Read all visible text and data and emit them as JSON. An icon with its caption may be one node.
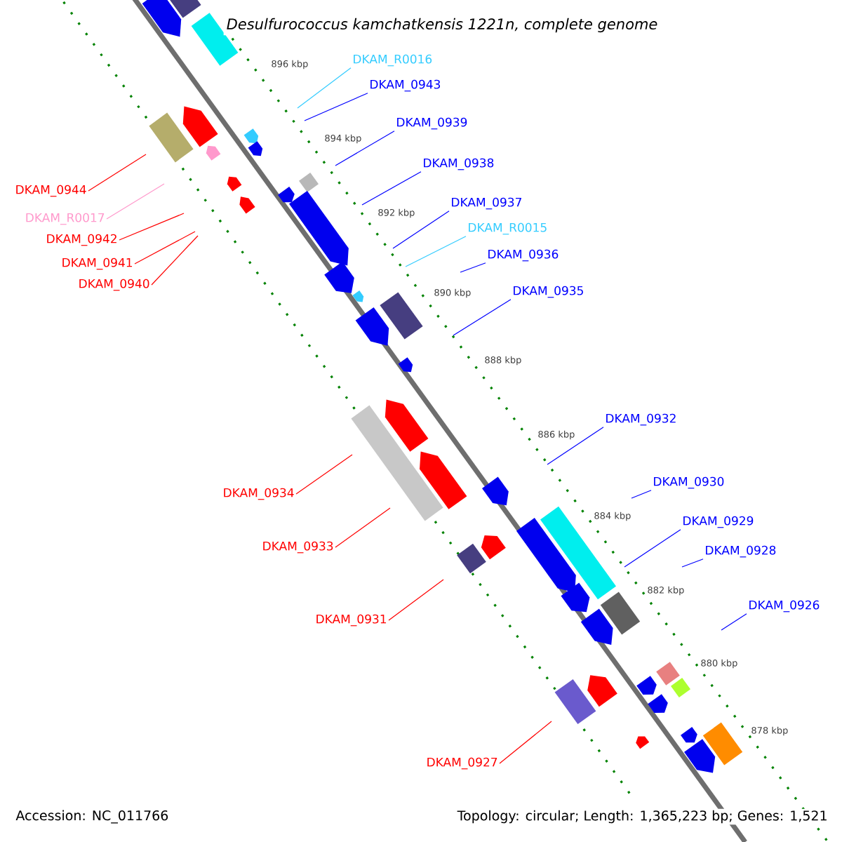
{
  "diagram": {
    "title": "Desulfurococcus kamchatkensis 1221n, complete genome",
    "nodes": [
      {
        "text": [
          "DKAM_R0016"
        ]
      },
      {
        "text": [
          "DKAM_0943"
        ]
      },
      {
        "text": [
          "DKAM_0939"
        ]
      },
      {
        "text": [
          "DKAM_0938"
        ]
      },
      {
        "text": [
          "DKAM_0937"
        ]
      },
      {
        "text": [
          "DKAM_R0015"
        ]
      },
      {
        "text": [
          "DKAM_0936"
        ]
      },
      {
        "text": [
          "DKAM_0935"
        ]
      },
      {
        "text": [
          "DKAM_0944"
        ]
      },
      {
        "text": [
          "DKAM_R0017"
        ]
      },
      {
        "text": [
          "DKAM_0942"
        ]
      },
      {
        "text": [
          "DKAM_0941"
        ]
      },
      {
        "text": [
          "DKAM_0940"
        ]
      },
      {
        "text": [
          "DKAM_0932"
        ]
      },
      {
        "text": [
          "DKAM_0934"
        ]
      },
      {
        "text": [
          "DKAM_0930"
        ]
      },
      {
        "text": [
          "DKAM_0929"
        ]
      },
      {
        "text": [
          "DKAM_0933"
        ]
      },
      {
        "text": [
          "DKAM_0928"
        ]
      },
      {
        "text": [
          "DKAM_0931"
        ]
      },
      {
        "text": [
          "DKAM_0926"
        ]
      },
      {
        "text": [
          "DKAM_0927"
        ]
      }
    ],
    "edges": [
      {
        "from": 0,
        "to": null,
        "arrow": "none",
        "color": "#33ccff"
      },
      {
        "from": 1,
        "to": null,
        "arrow": "none"
      },
      {
        "from": 2,
        "to": null,
        "arrow": "none"
      },
      {
        "from": 3,
        "to": null,
        "arrow": "none"
      },
      {
        "from": 4,
        "to": null,
        "arrow": "none"
      },
      {
        "from": 5,
        "to": null,
        "arrow": "none",
        "color": "#33ccff"
      },
      {
        "from": 6,
        "to": null,
        "arrow": "none"
      },
      {
        "from": 7,
        "to": null,
        "arrow": "none"
      },
      {
        "from": 8,
        "to": null,
        "arrow": "none",
        "color": "#ff0000"
      },
      {
        "from": 9,
        "to": null,
        "arrow": "none",
        "color": "#ff99cc"
      },
      {
        "from": 10,
        "to": null,
        "arrow": "none",
        "color": "#ff0000"
      },
      {
        "from": 11,
        "to": null,
        "arrow": "none",
        "color": "#ff0000"
      },
      {
        "from": 12,
        "to": null,
        "arrow": "none",
        "color": "#ff0000"
      },
      {
        "from": 13,
        "to": null,
        "arrow": "none"
      },
      {
        "from": 14,
        "to": null,
        "arrow": "none",
        "color": "#ff0000"
      },
      {
        "from": 15,
        "to": null,
        "arrow": "none"
      },
      {
        "from": 16,
        "to": null,
        "arrow": "none"
      },
      {
        "from": 17,
        "to": null,
        "arrow": "none",
        "color": "#ff0000"
      },
      {
        "from": 18,
        "to": null,
        "arrow": "none"
      },
      {
        "from": 19,
        "to": null,
        "arrow": "none",
        "color": "#ff0000"
      },
      {
        "from": 20,
        "to": null,
        "arrow": "none"
      },
      {
        "from": 21,
        "to": null,
        "arrow": "none",
        "color": "#ff0000"
      }
    ],
    "labels": [
      "896 kbp",
      "894 kbp",
      "892 kbp",
      "890 kbp",
      "888 kbp",
      "886 kbp",
      "884 kbp",
      "882 kbp",
      "880 kbp",
      "878 kbp",
      "Accession: NC_011766",
      "Topology: circular; Length: 1,365,223 bp; Genes: 1,521"
    ]
  }
}
